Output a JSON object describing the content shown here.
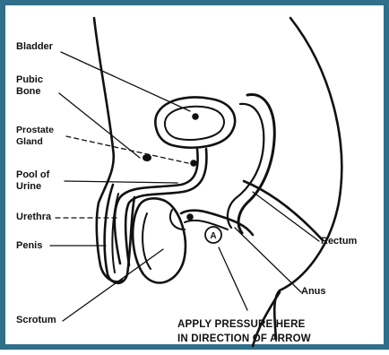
{
  "labels": {
    "bladder": "Bladder",
    "pubic_bone": "Pubic\nBone",
    "prostate_gland": "Prostate\nGland",
    "pool_of_urine": "Pool of\nUrine",
    "urethra": "Urethra",
    "penis": "Penis",
    "scrotum": "Scrotum",
    "rectum": "Rectum",
    "anus": "Anus",
    "marker": "A"
  },
  "caption": {
    "line1": "APPLY PRESSURE HERE",
    "line2": "IN DIRECTION OF ARROW"
  },
  "colors": {
    "frame": "#2f6f8a",
    "ink": "#111111",
    "background": "#ffffff"
  }
}
